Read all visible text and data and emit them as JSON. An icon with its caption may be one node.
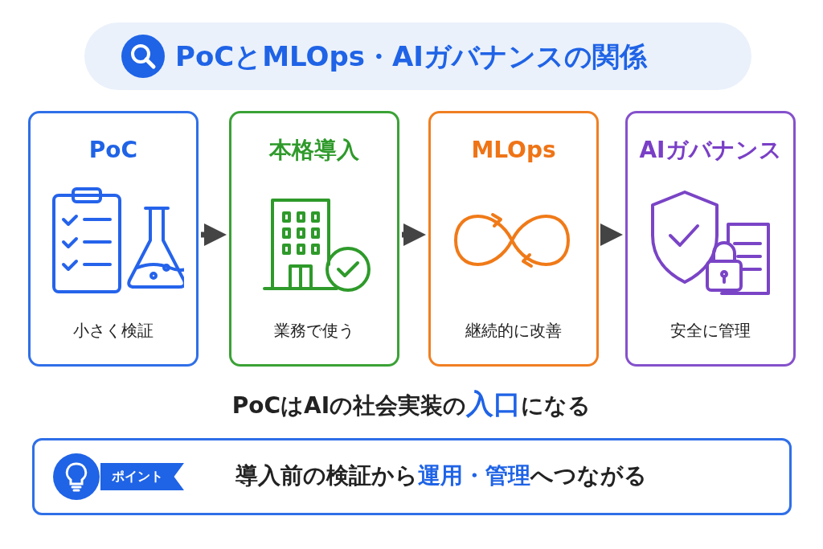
{
  "diagram": {
    "title": "PoCとMLOps・AIガバナンスの関係",
    "nodes": [
      {
        "text": [
          "PoC",
          "小さく検証"
        ]
      },
      {
        "text": [
          "本格導入",
          "業務で使う"
        ]
      },
      {
        "text": [
          "MLOps",
          "継続的に改善"
        ]
      },
      {
        "text": [
          "AIガバナンス",
          "安全に管理"
        ]
      },
      {
        "text": [
          "ポイント",
          "導入前の検証から**運用・管理**へつながる"
        ]
      }
    ],
    "edges": [
      {
        "from": 0,
        "to": 1,
        "arrow": "to"
      },
      {
        "from": 1,
        "to": 2,
        "arrow": "to"
      },
      {
        "from": 2,
        "to": 3,
        "arrow": "to"
      }
    ],
    "labels": [
      "PoCはAIの社会実装の**入口**になる"
    ]
  }
}
